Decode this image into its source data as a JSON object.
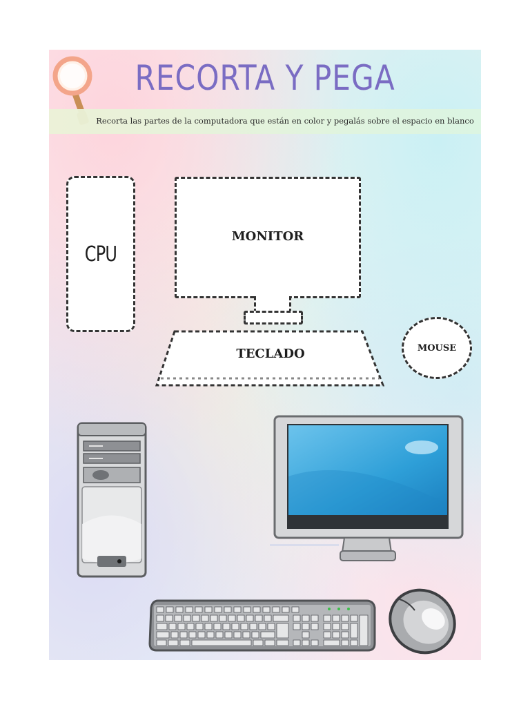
{
  "header": {
    "title": "RECORTA Y PEGA",
    "instructions": "Recorta las partes de la computadora que están en color y pegalás sobre el espacio en blanco"
  },
  "cutouts": {
    "cpu": "CPU",
    "monitor": "MONITOR",
    "keyboard": "TECLADO",
    "mouse": "MOUSE"
  },
  "colors": {
    "title": "#7a6cc3",
    "magnifier_ring": "#f3a58a",
    "screen_blue": "#3aa9de"
  },
  "icons": [
    "magnifier-icon",
    "cpu-tower-image",
    "monitor-image",
    "keyboard-image",
    "mouse-image"
  ]
}
